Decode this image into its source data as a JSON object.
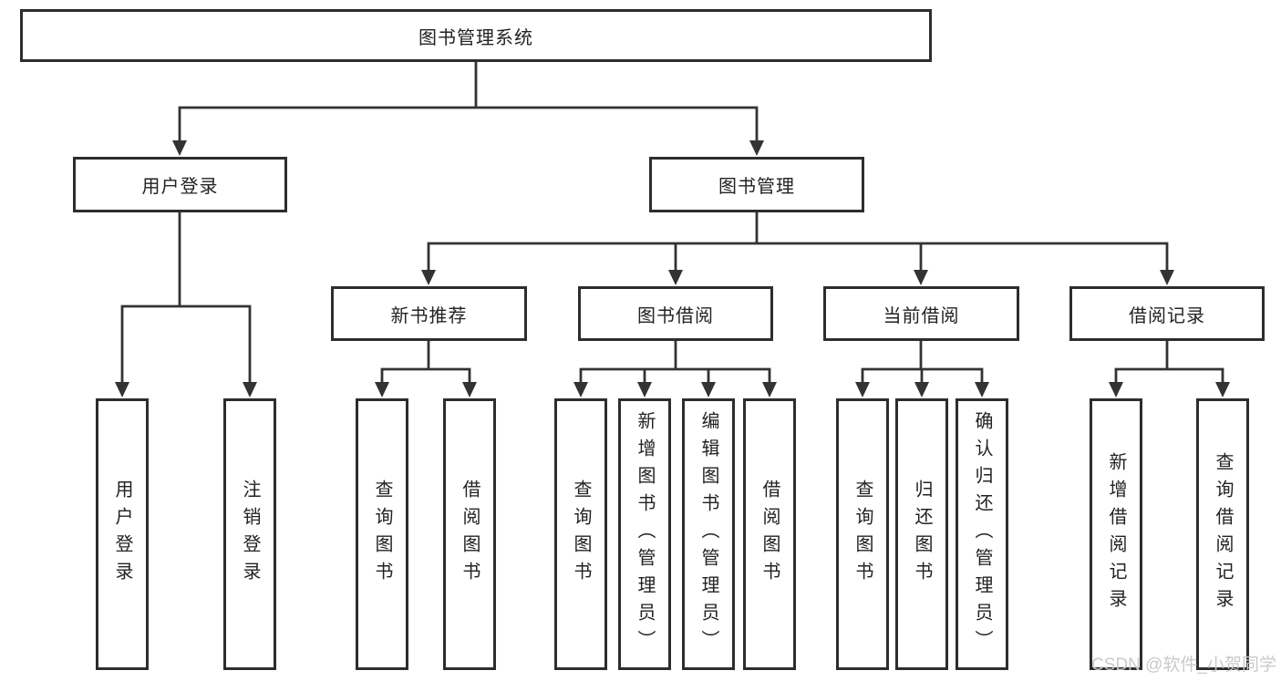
{
  "diagram_title": "图书管理系统",
  "watermark": {
    "text": "CSDN @软件_小贺同学",
    "color": "#c8c8c8"
  },
  "colors": {
    "line": "#333333",
    "box_border": "#2d2d2d",
    "box_fill": "#ffffff",
    "text": "#222222"
  },
  "branches": [
    {
      "label": "用户登录",
      "children": [
        "用户登录",
        "注销登录"
      ]
    },
    {
      "label": "图书管理",
      "sections": [
        {
          "label": "新书推荐",
          "children": [
            "查询图书",
            "借阅图书"
          ]
        },
        {
          "label": "图书借阅",
          "children": [
            "查询图书",
            "新增图书（管理员）",
            "编辑图书（管理员）",
            "借阅图书"
          ]
        },
        {
          "label": "当前借阅",
          "children": [
            "查询图书",
            "归还图书",
            "确认归还（管理员）"
          ]
        },
        {
          "label": "借阅记录",
          "children": [
            "新增借阅记录",
            "查询借阅记录"
          ]
        }
      ]
    }
  ]
}
